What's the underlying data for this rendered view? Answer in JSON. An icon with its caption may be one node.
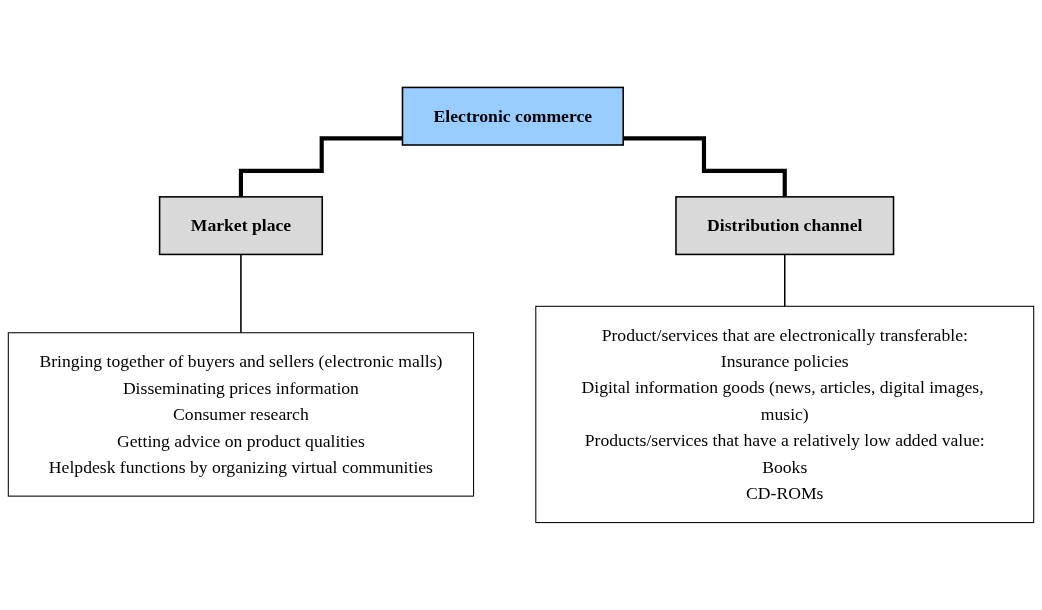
{
  "diagram": {
    "nodes": [
      {
        "text": [
          "Electronic commerce"
        ]
      },
      {
        "text": [
          "Market place"
        ]
      },
      {
        "text": [
          "Distribution channel"
        ]
      },
      {
        "text": [
          "Bringing together of buyers and sellers (electronic malls)",
          "Disseminating prices information",
          "Consumer research",
          "Getting advice on product qualities",
          "Helpdesk functions by organizing virtual communities"
        ]
      },
      {
        "text": [
          "Product/services that are electronically transferable:",
          "Insurance policies",
          "Digital information goods (news, articles, digital images, music)",
          "Products/services that have a relatively low added value:",
          "Books",
          "CD-ROMs"
        ]
      }
    ],
    "edges": [
      {
        "from": 0,
        "to": 1,
        "arrow": "none",
        "style": "thick"
      },
      {
        "from": 0,
        "to": 2,
        "arrow": "none",
        "style": "thick"
      },
      {
        "from": 1,
        "to": 3,
        "arrow": "none"
      },
      {
        "from": 2,
        "to": 4,
        "arrow": "none"
      }
    ]
  }
}
